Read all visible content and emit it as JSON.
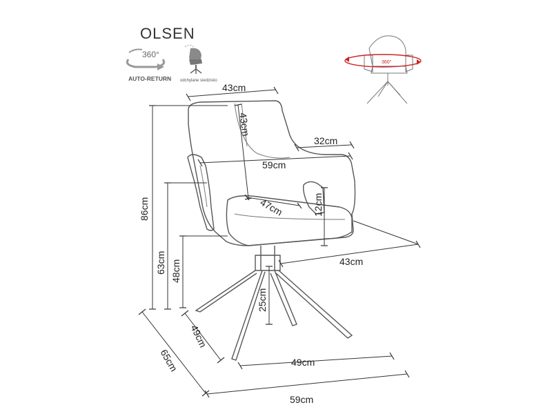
{
  "product": {
    "name": "OLSEN"
  },
  "features": {
    "rotation_label": "360°",
    "auto_return_label": "AUTO-RETURN",
    "tilt_label": "odchylane siedzisko",
    "preview_rotation_label": "360°",
    "preview_accent_color": "#cc2222"
  },
  "dimensions": {
    "back_width": "43cm",
    "backrest_height": "43cm",
    "arm_depth": "32cm",
    "total_width": "59cm",
    "seat_depth": "47cm",
    "arm_height": "12cm",
    "seat_width_front": "43cm",
    "total_height": "86cm",
    "arm_floor_height": "63cm",
    "seat_height": "48cm",
    "leg_height": "25cm",
    "base_depth": "49cm",
    "base_width": "49cm",
    "total_depth": "65cm",
    "bottom_width": "59cm"
  }
}
